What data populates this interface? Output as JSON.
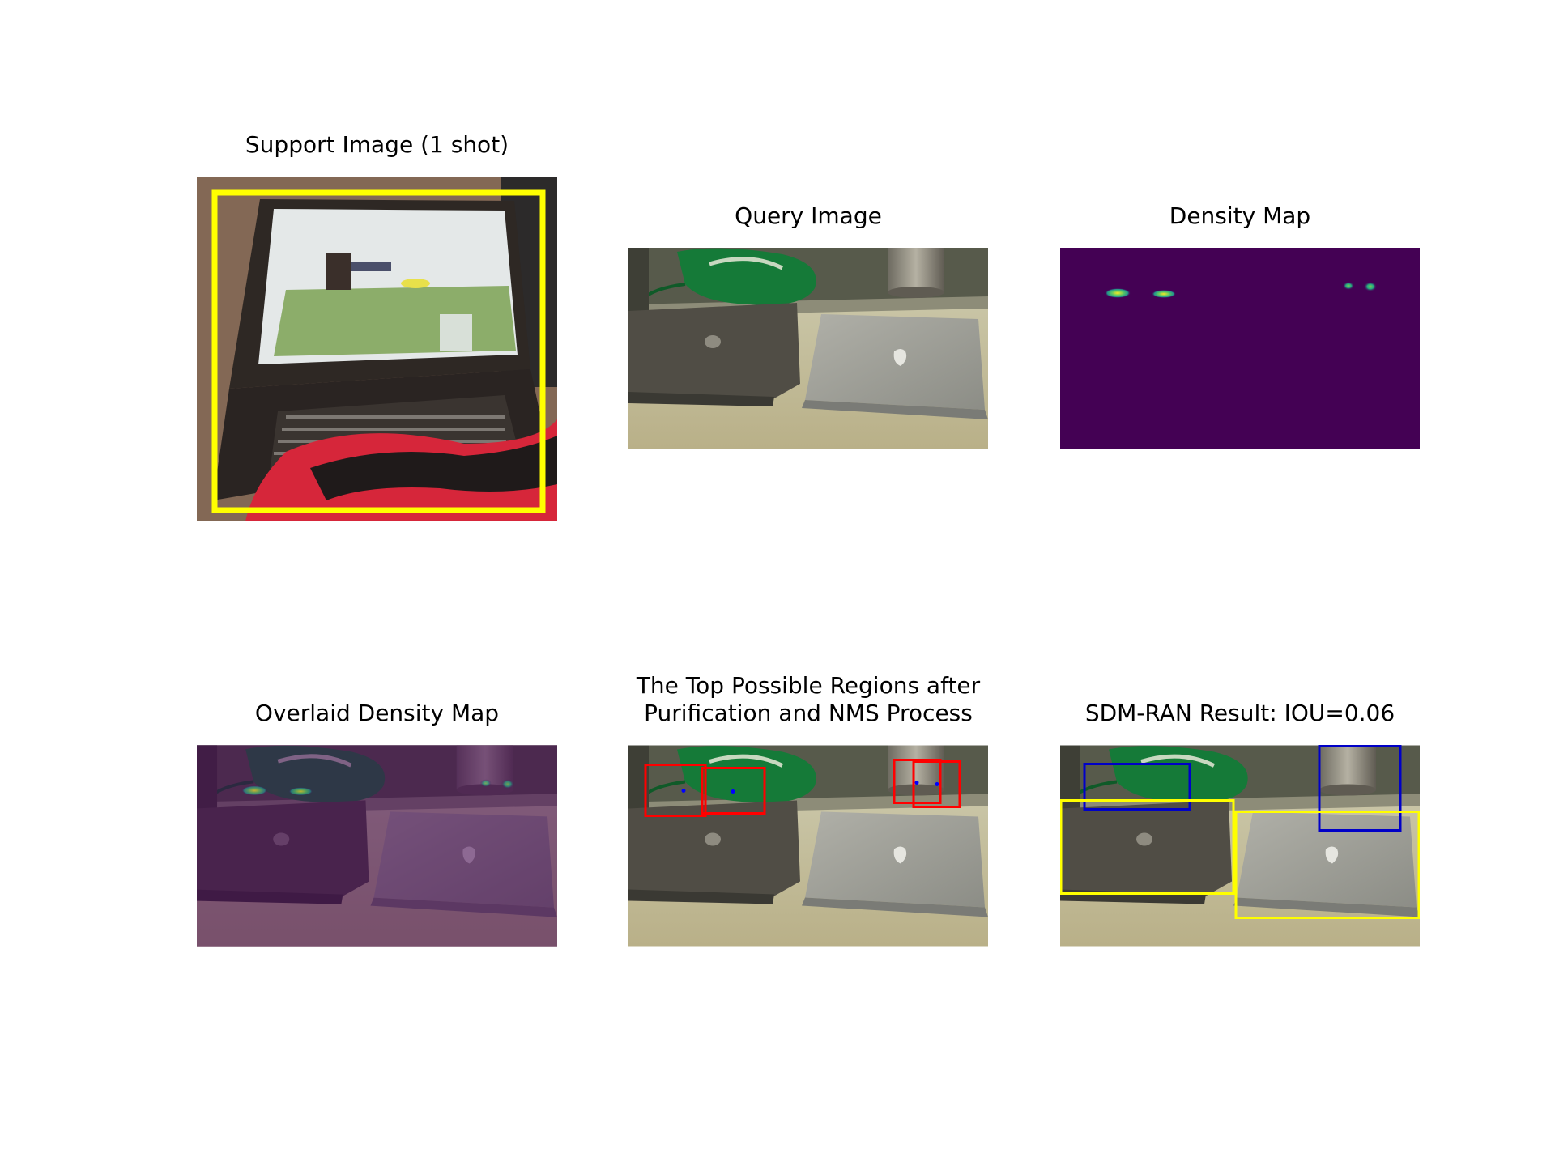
{
  "figure": {
    "panels": [
      {
        "id": "support",
        "title": "Support Image (1 shot)"
      },
      {
        "id": "query",
        "title": "Query Image"
      },
      {
        "id": "density",
        "title": "Density Map"
      },
      {
        "id": "overlay",
        "title": "Overlaid Density Map"
      },
      {
        "id": "regions",
        "title": "The Top Possible Regions after\nPurification and NMS Process"
      },
      {
        "id": "result",
        "title": "SDM-RAN Result: IOU=0.06"
      }
    ]
  },
  "colors": {
    "support_box": "#ffff00",
    "region_box": "#ff0000",
    "region_center": "#0000ff",
    "pred_box": "#0000c8",
    "gt_box": "#ffff00",
    "density_background": "#440154"
  }
}
